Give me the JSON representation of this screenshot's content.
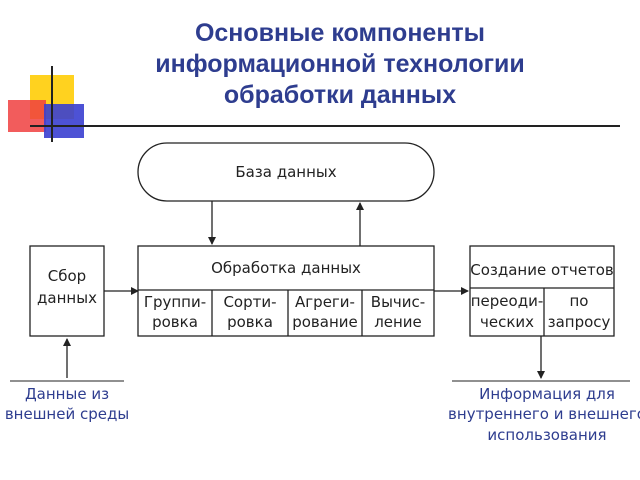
{
  "title": {
    "line1": "Основные компоненты",
    "line2": "информационной технологии",
    "line3": "обработки данных"
  },
  "diagram": {
    "database": "База данных",
    "collection": {
      "line1": "Сбор",
      "line2": "данных"
    },
    "processing": {
      "header": "Обработка данных",
      "cells": [
        {
          "line1": "Группи-",
          "line2": "ровка"
        },
        {
          "line1": "Сорти-",
          "line2": "ровка"
        },
        {
          "line1": "Агреги-",
          "line2": "рование"
        },
        {
          "line1": "Вычис-",
          "line2": "ление"
        }
      ]
    },
    "reports": {
      "header": "Создание отчетов",
      "cells": [
        {
          "line1": "переоди-",
          "line2": "ческих"
        },
        {
          "line1": "по",
          "line2": "запросу"
        }
      ]
    },
    "external_input": {
      "line1": "Данные из",
      "line2": "внешней среды"
    },
    "output": {
      "line1": "Информация для",
      "line2": "внутреннего и внешнего",
      "line3": "использования"
    }
  },
  "colors": {
    "title": "#2e3d8f",
    "deco_yellow": "#ffd21f",
    "deco_red": "#f04040",
    "deco_blue": "#3a3fd0",
    "line": "#222222"
  }
}
